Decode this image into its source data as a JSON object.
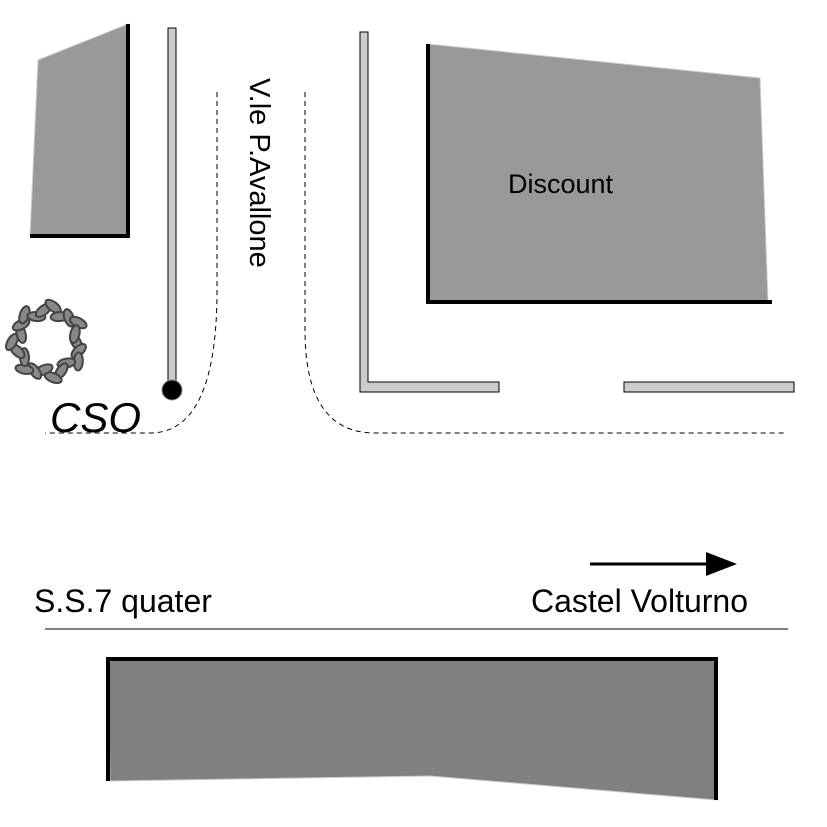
{
  "labels": {
    "street": "V.le P.Avallone",
    "store": "Discount",
    "cso": "CSO",
    "highway": "S.S.7 quater",
    "direction": "Castel Volturno"
  },
  "colors": {
    "building_light": "#999999",
    "building_dark": "#808080",
    "wall": "#cccccc",
    "tree_leaf": "#888888",
    "tree_outline": "#444444"
  }
}
